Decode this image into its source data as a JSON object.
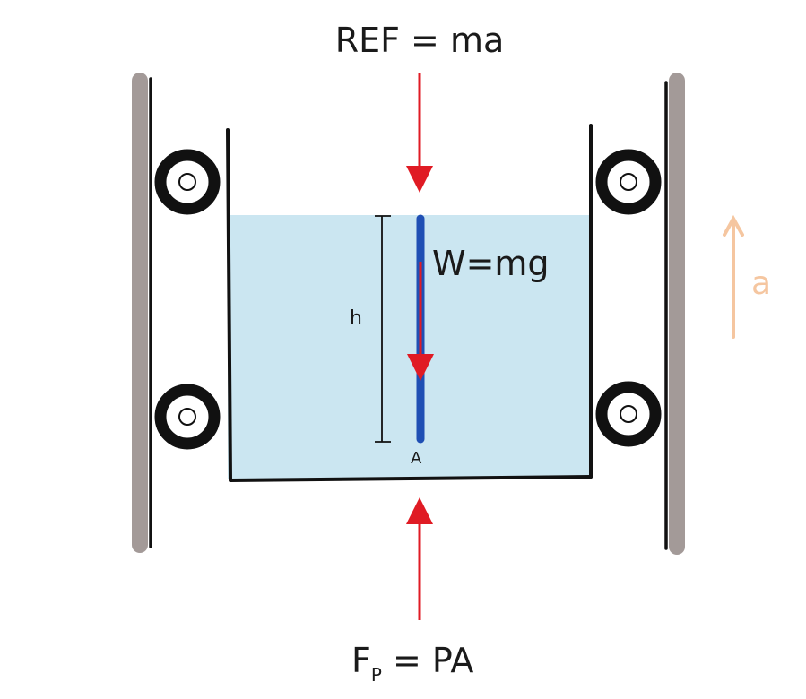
{
  "labels": {
    "top_force": "REF = ma",
    "weight": "W=mg",
    "height": "h",
    "point": "A",
    "bottom_force_main": "F",
    "bottom_force_sub": "P",
    "bottom_force_rest": " = PA",
    "acceleration": "a"
  },
  "colors": {
    "water": "#cbe6f1",
    "wall": "#a39a98",
    "force_arrow": "#e01b24",
    "column": "#1f4fb4",
    "accel_arrow": "#f5c6a0",
    "ink": "#1a1a1a"
  }
}
